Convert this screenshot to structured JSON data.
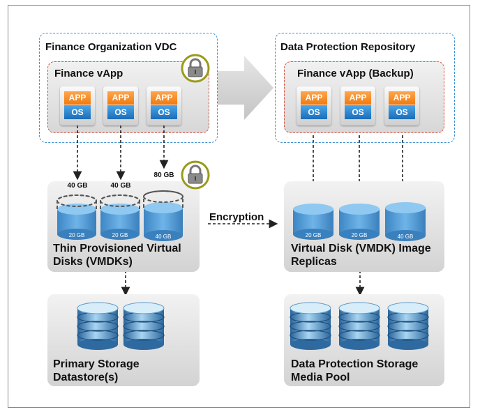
{
  "source": {
    "vdc_title": "Finance Organization VDC",
    "vapp_title": "Finance vApp",
    "vms": [
      {
        "app": "APP",
        "os": "OS"
      },
      {
        "app": "APP",
        "os": "OS"
      },
      {
        "app": "APP",
        "os": "OS"
      }
    ],
    "disk_sizes": [
      "40 GB",
      "40 GB",
      "80 GB"
    ],
    "disk_used": [
      "20 GB",
      "20 GB",
      "40 GB"
    ],
    "disks_label": "Thin Provisioned Virtual Disks (VMDKs)",
    "storage_label": "Primary Storage Datastore(s)"
  },
  "target": {
    "repo_title": "Data Protection Repository",
    "vapp_title": "Finance vApp (Backup)",
    "vms": [
      {
        "app": "APP",
        "os": "OS"
      },
      {
        "app": "APP",
        "os": "OS"
      },
      {
        "app": "APP",
        "os": "OS"
      }
    ],
    "disk_used": [
      "20 GB",
      "20 GB",
      "40 GB"
    ],
    "replicas_label": "Virtual Disk (VMDK) Image Replicas",
    "storage_label": "Data Protection Storage Media Pool"
  },
  "encryption_label": "Encryption",
  "icons": [
    "lock-icon",
    "lock-icon",
    "big-right-arrow-icon",
    "database-icon"
  ],
  "colors": {
    "vdc_border": "#3b8fd0",
    "vapp_border": "#d9503f",
    "app": "#f07a10",
    "os": "#1b6cb8",
    "disk": "#4a9ad8",
    "lock_ring": "#9a9a1a"
  }
}
